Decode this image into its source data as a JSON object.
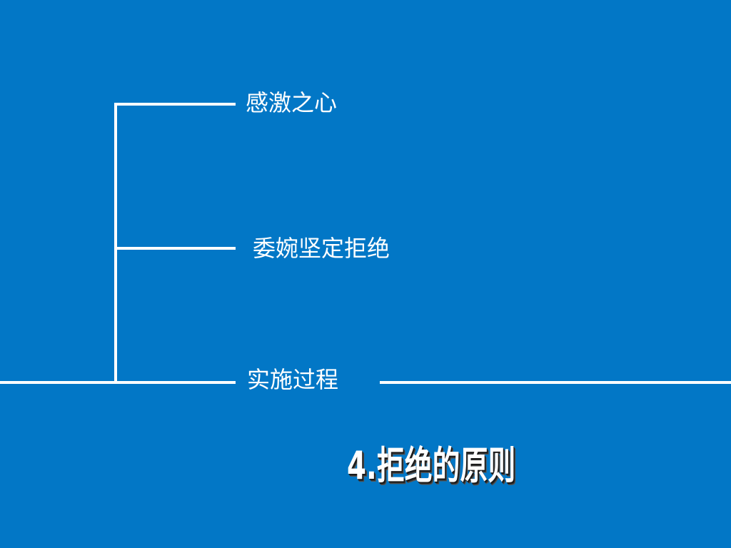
{
  "branches": [
    {
      "label": "感激之心"
    },
    {
      "label": "委婉坚定拒绝"
    },
    {
      "label": "实施过程"
    }
  ],
  "title": "4.拒绝的原则",
  "colors": {
    "background": "#0277C6",
    "line": "#FFFFFF",
    "text": "#FFFFFF"
  }
}
